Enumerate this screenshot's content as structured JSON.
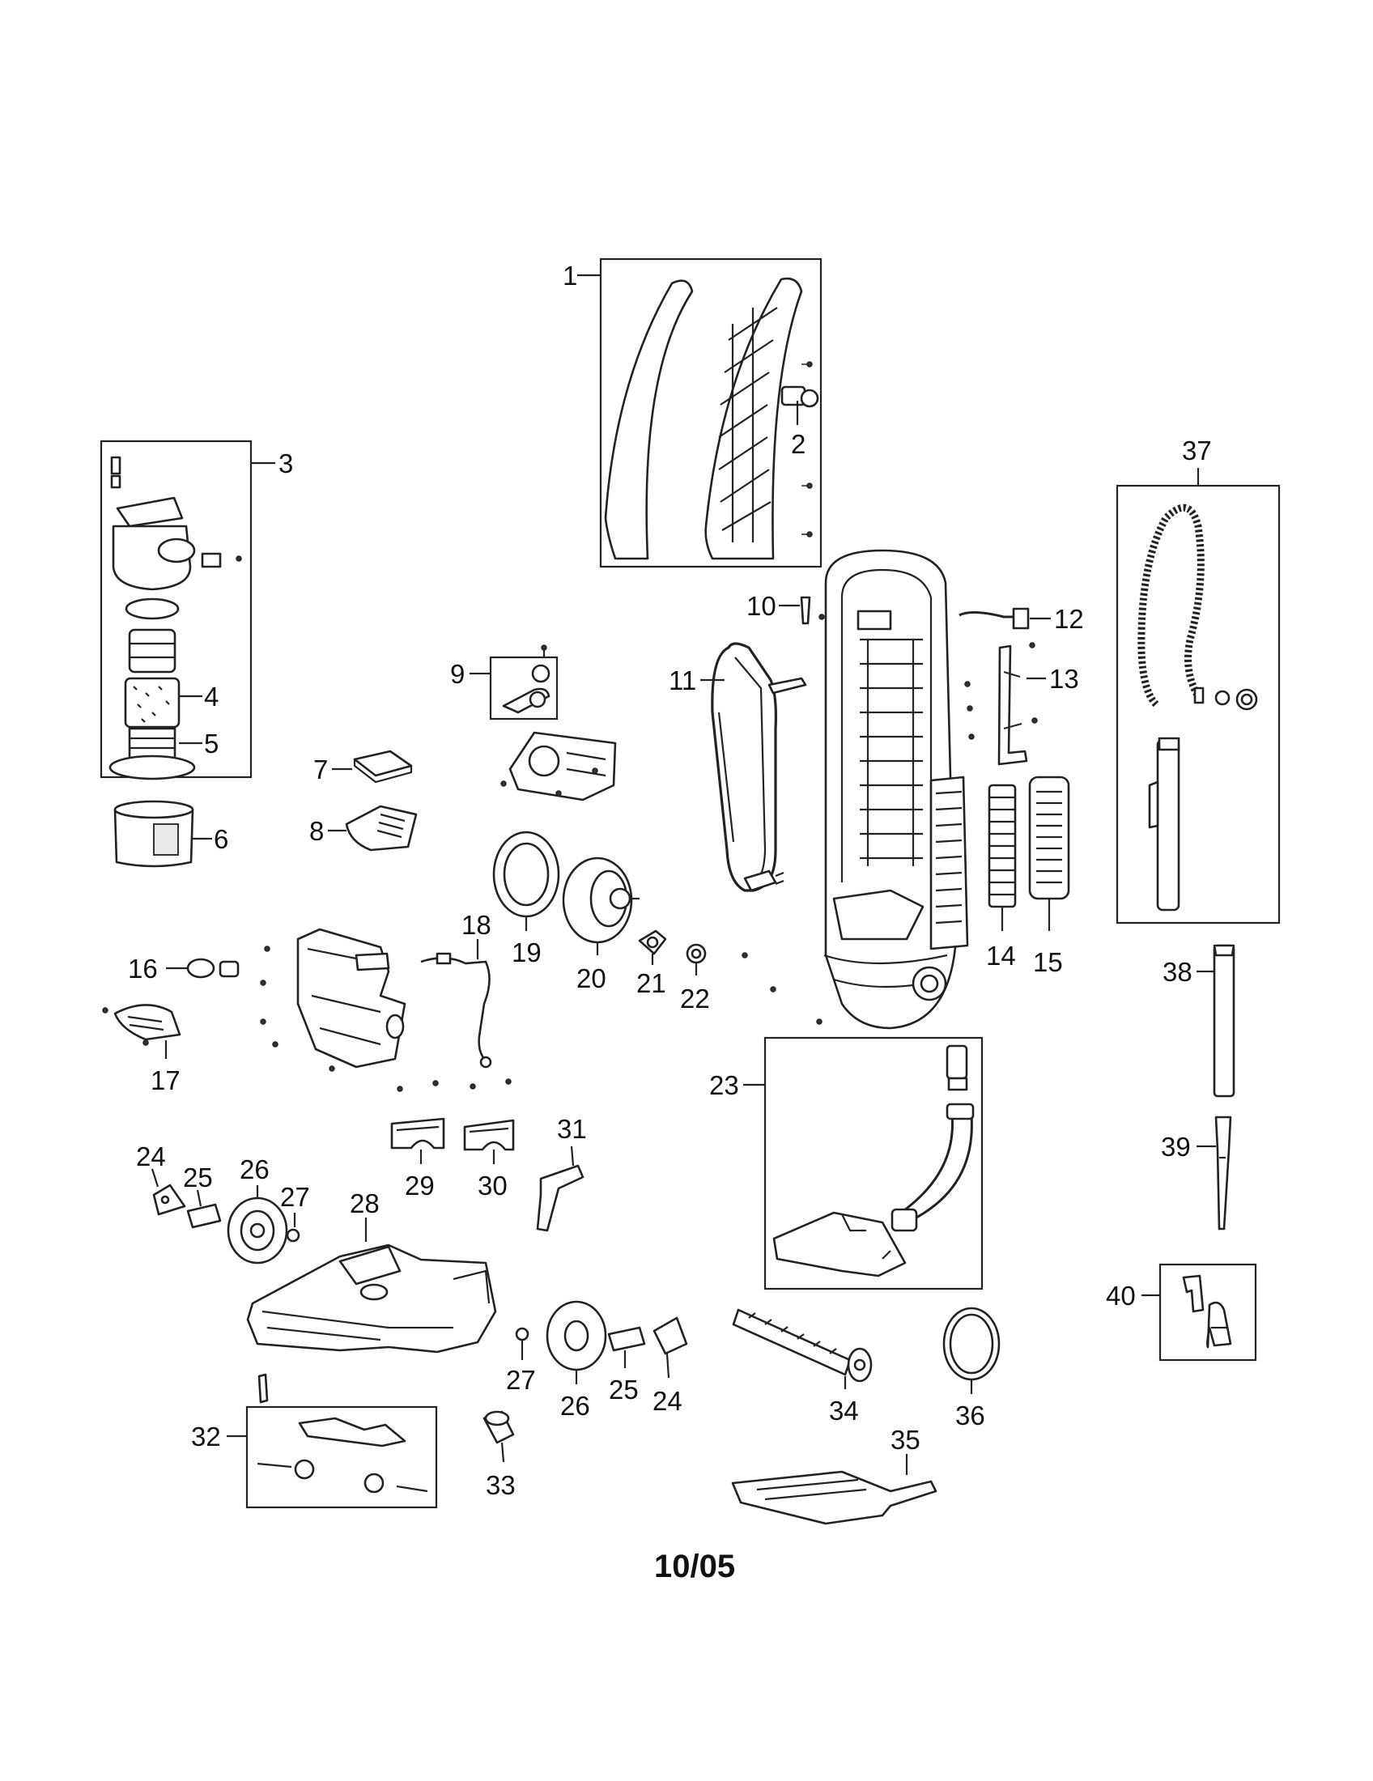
{
  "labels": {
    "l1": "1",
    "l2": "2",
    "l3": "3",
    "l4": "4",
    "l5": "5",
    "l6": "6",
    "l7": "7",
    "l8": "8",
    "l9": "9",
    "l10": "10",
    "l11": "11",
    "l12": "12",
    "l13": "13",
    "l14": "14",
    "l15": "15",
    "l16": "16",
    "l17": "17",
    "l18": "18",
    "l19": "19",
    "l20": "20",
    "l21": "21",
    "l22": "22",
    "l23": "23",
    "l24": "24",
    "l25": "25",
    "l26": "26",
    "l27": "27",
    "l28": "28",
    "l29": "29",
    "l30": "30",
    "l31": "31",
    "l32": "32",
    "l33": "33",
    "l34": "34",
    "l35": "35",
    "l36": "36",
    "l37": "37",
    "l38": "38",
    "l39": "39",
    "l40": "40"
  },
  "date_code": "10/05"
}
